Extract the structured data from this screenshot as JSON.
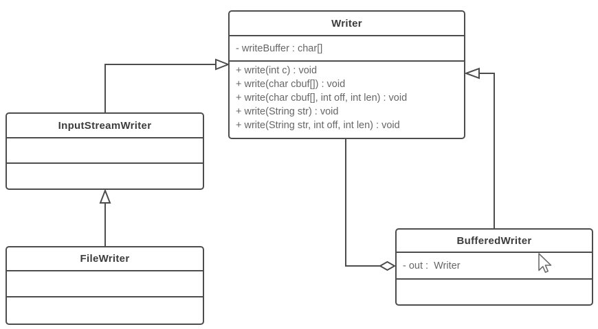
{
  "colors": {
    "bg": "#ffffff",
    "line": "#4c4c4c",
    "title-text": "#3c3c3c",
    "member-text": "#666666"
  },
  "classes": {
    "writer": {
      "name": "Writer",
      "attributes": [
        "- writeBuffer : char[]"
      ],
      "methods": [
        "+ write(int c) : void",
        "+ write(char cbuf[]) : void",
        "+ write(char cbuf[], int off, int len) : void",
        "+ write(String str) : void",
        "+ write(String str, int off, int len) : void"
      ]
    },
    "input_stream_writer": {
      "name": "InputStreamWriter",
      "attributes": [],
      "methods": []
    },
    "file_writer": {
      "name": "FileWriter",
      "attributes": [],
      "methods": []
    },
    "buffered_writer": {
      "name": "BufferedWriter",
      "attributes": [
        "- out :  Writer"
      ],
      "methods": []
    }
  },
  "relations": [
    {
      "type": "generalization",
      "from": "InputStreamWriter",
      "to": "Writer"
    },
    {
      "type": "generalization",
      "from": "FileWriter",
      "to": "InputStreamWriter"
    },
    {
      "type": "generalization",
      "from": "BufferedWriter",
      "to": "Writer"
    },
    {
      "type": "aggregation",
      "whole": "BufferedWriter",
      "part": "Writer"
    }
  ]
}
